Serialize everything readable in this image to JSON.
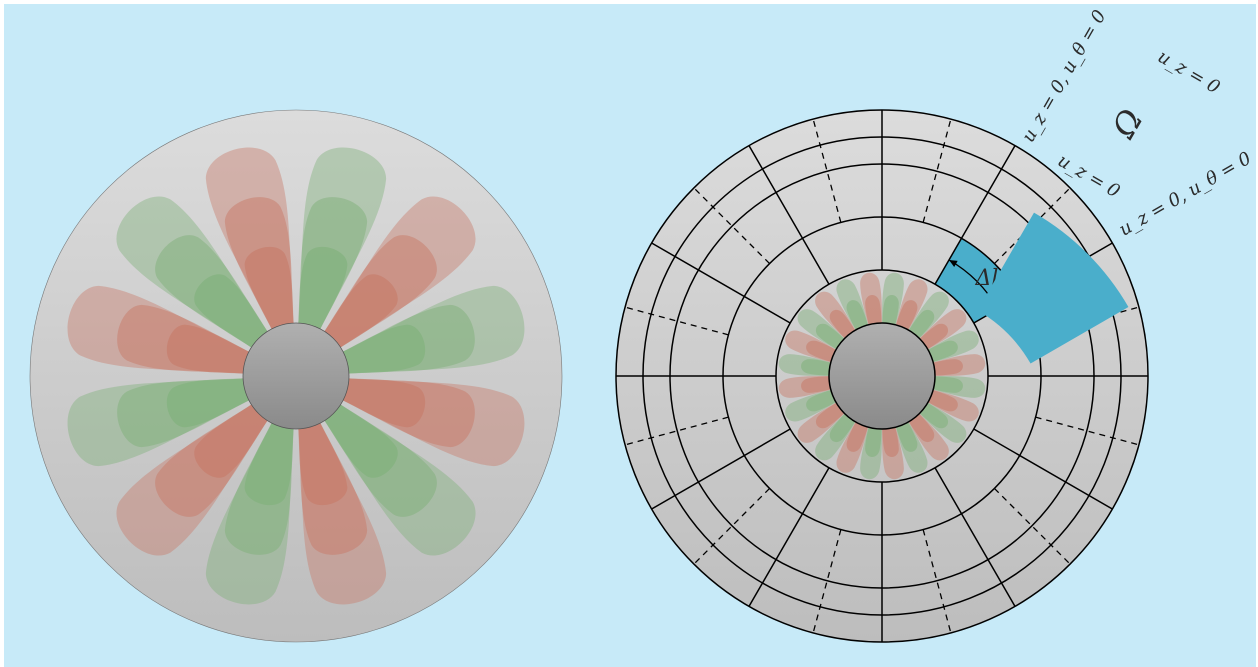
{
  "colors": {
    "background": "#c7eaf8",
    "disk_top": "#dcdcdc",
    "disk_bottom": "#bdbdbd",
    "hub_top": "#b0b0b0",
    "hub_bottom": "#8a8a8a",
    "petal_red": "#c77a68",
    "petal_green": "#7fb07a",
    "domain_fill": "#4aaecb",
    "mesh_line": "#000000"
  },
  "left_panel": {
    "petal_count": 12
  },
  "right_panel": {
    "rings": 5,
    "sectors": 12,
    "mini_petals": 24,
    "element_label": "Δl"
  },
  "domain": {
    "label": "Ω",
    "bc_top_left": "u_z = 0, u_θ = 0",
    "bc_top_right": "u_z = 0",
    "bc_bottom_left": "u_z = 0",
    "bc_bottom_right": "u_z = 0, u_θ = 0"
  }
}
